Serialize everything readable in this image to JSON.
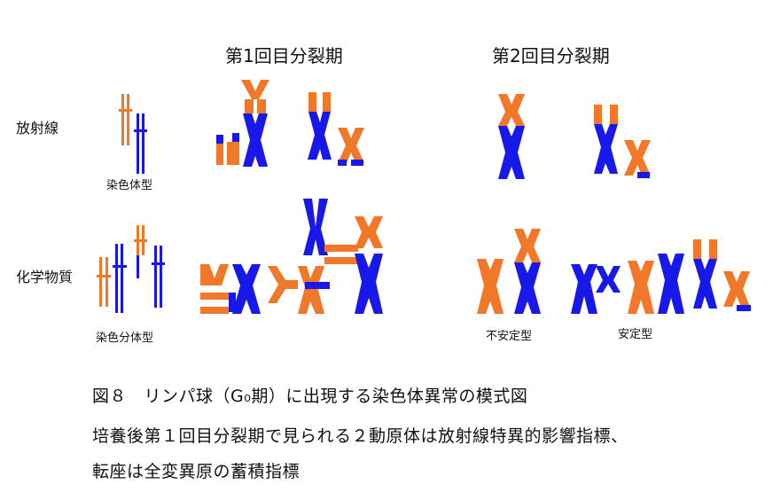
{
  "headers": {
    "phase1": "第1回目分裂期",
    "phase2": "第2回目分裂期"
  },
  "rows": {
    "radiation": "放射線",
    "chemical": "化学物質"
  },
  "labels": {
    "chromosome_type": "染色体型",
    "chromatid_type": "染色分体型",
    "unstable": "不安定型",
    "stable": "安定型"
  },
  "caption": {
    "line1": "図８　リンパ球（G₀期）に出現する染色体異常の模式図",
    "line2": "培養後第１回目分裂期で見られる２動原体は放射線特異的影響指標、",
    "line3": "転座は全変異原の蓄積指標"
  },
  "colors": {
    "orange": "#f07828",
    "blue": "#1818e8"
  }
}
